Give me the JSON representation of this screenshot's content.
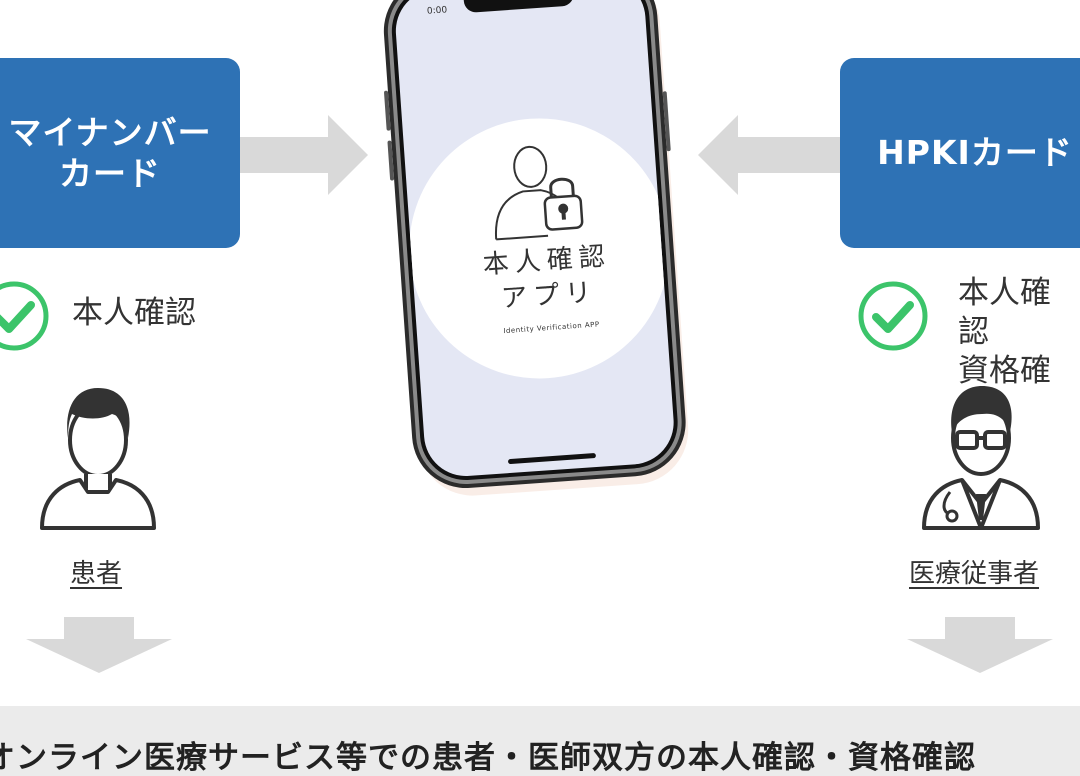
{
  "left": {
    "card_label": "マイナンバー\nカード",
    "verification": "本人確認",
    "role": "患者"
  },
  "right": {
    "card_label": "HPKIカード",
    "verification": "本人確認\n資格確認",
    "role": "医療従事者"
  },
  "phone": {
    "status_time": "0:00",
    "app_title_line1": "本人確認",
    "app_title_line2": "アプリ",
    "app_subtitle": "Identity Verification APP"
  },
  "bottom_caption": "オンライン医療サービス等での患者・医師双方の本人確認・資格確認",
  "colors": {
    "card_blue": "#2e72b5",
    "check_green": "#3cc46a",
    "arrow_gray": "#d9d9d9",
    "band_gray": "#ebebeb"
  },
  "icons": [
    "check-circle-icon",
    "patient-avatar-icon",
    "doctor-avatar-icon",
    "lock-icon",
    "arrow-icon"
  ]
}
